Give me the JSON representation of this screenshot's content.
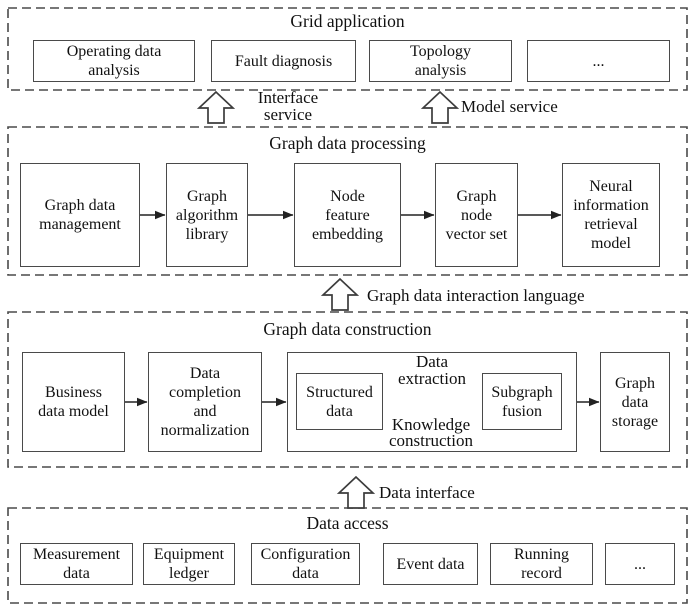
{
  "figure": {
    "layers": [
      {
        "title": "Grid application",
        "boxes": [
          "Operating data\nanalysis",
          "Fault diagnosis",
          "Topology\nanalysis",
          "..."
        ]
      },
      {
        "title": "Graph data processing",
        "boxes": [
          "Graph data\nmanagement",
          "Graph\nalgorithm\nlibrary",
          "Node\nfeature\nembedding",
          "Graph\nnode\nvector set",
          "Neural\ninformation\nretrieval\nmodel"
        ]
      },
      {
        "title": "Graph data construction",
        "boxes": [
          "Business\ndata model",
          "Data\ncompletion\nand\nnormalization",
          "Structured\ndata",
          "Subgraph\nfusion",
          "Graph\ndata\nstorage"
        ],
        "flow_labels": {
          "top": "Data\nextraction",
          "bottom": "Knowledge\nconstruction"
        }
      },
      {
        "title": "Data access",
        "boxes": [
          "Measurement\ndata",
          "Equipment\nledger",
          "Configuration\ndata",
          "Event data",
          "Running\nrecord",
          "..."
        ]
      }
    ],
    "interface_arrows": [
      {
        "label": "Interface\nservice"
      },
      {
        "label": "Model service"
      },
      {
        "label": "Graph data interaction language"
      },
      {
        "label": "Data interface"
      }
    ],
    "colors": {
      "line": "#3c3c3c",
      "text": "#111111",
      "background": "#ffffff"
    }
  }
}
